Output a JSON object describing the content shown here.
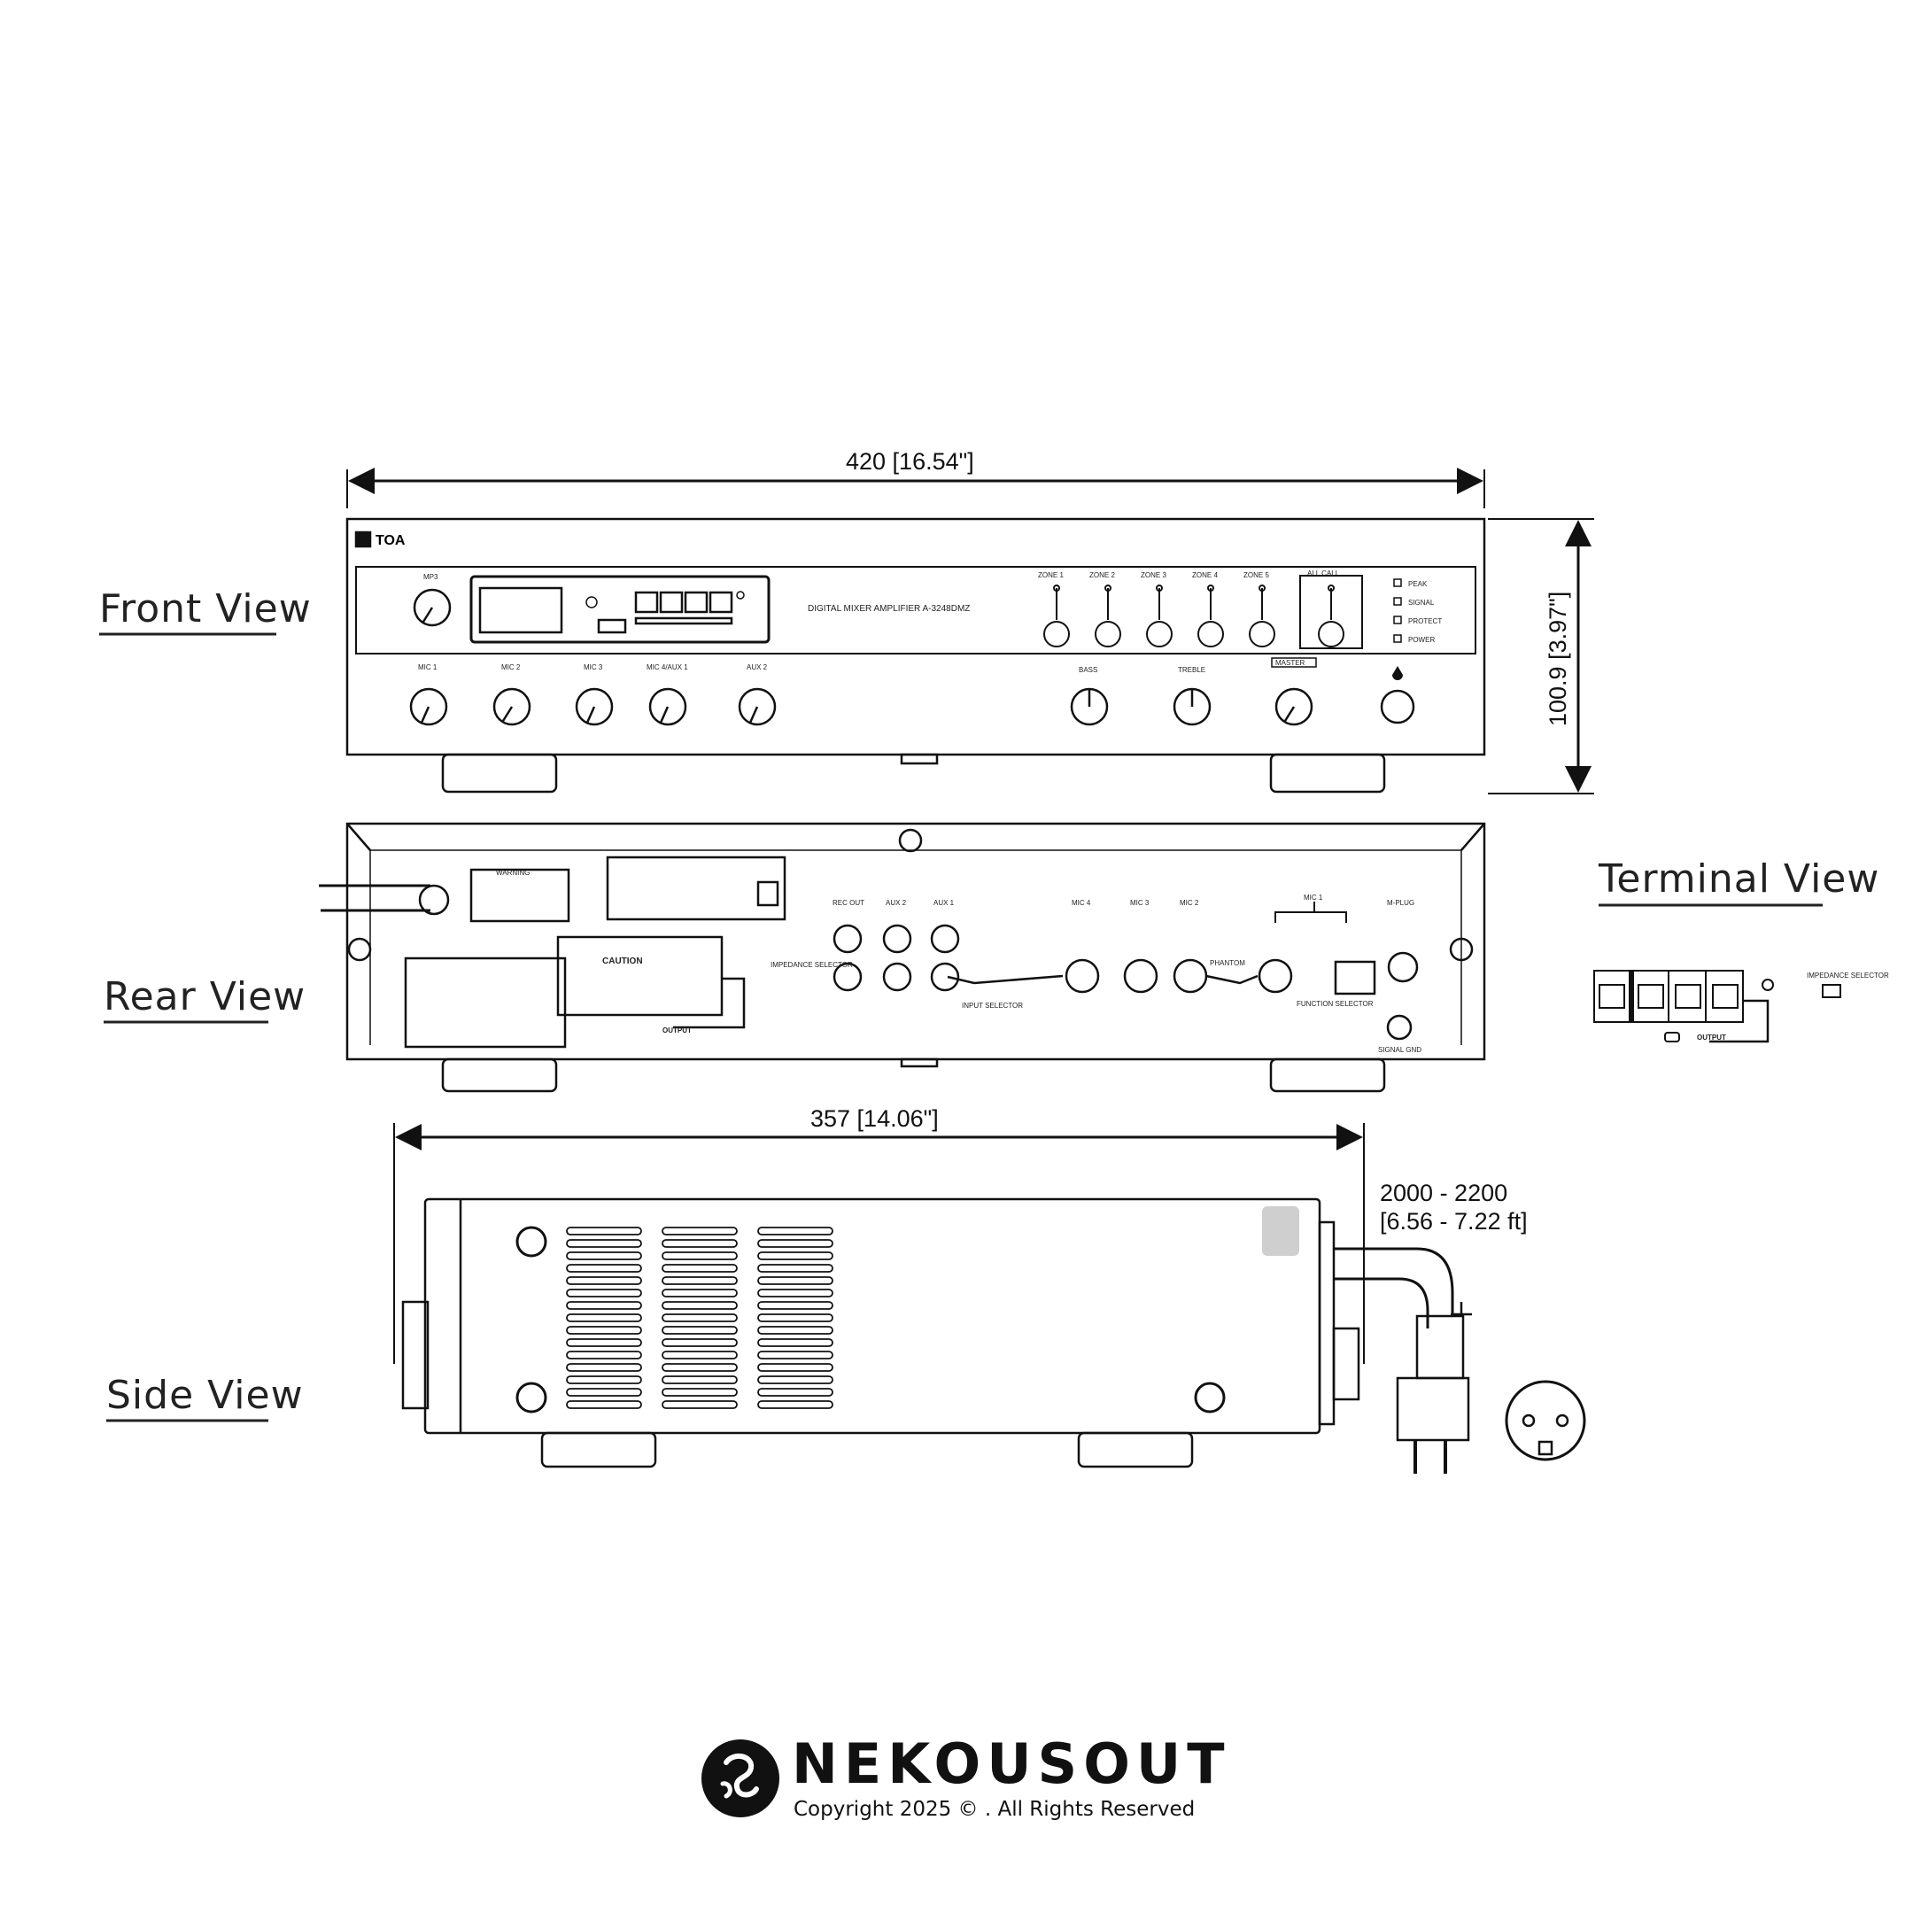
{
  "labels": {
    "front_view": "Front View",
    "rear_view": "Rear View",
    "side_view": "Side View",
    "terminal_view": "Terminal View"
  },
  "dimensions": {
    "width": "420 [16.54\"]",
    "height": "100.9 [3.97\"]",
    "depth": "357 [14.06\"]",
    "cord_mm": "2000 - 2200",
    "cord_ft": "[6.56 - 7.22 ft]"
  },
  "front_panel": {
    "brand": "TOA",
    "model_text": "DIGITAL MIXER AMPLIFIER A-3248DMZ",
    "mp3_label": "MP3",
    "knobs": [
      "MIC 1",
      "MIC 2",
      "MIC 3",
      "MIC 4/AUX 1",
      "AUX 2"
    ],
    "tone_knobs": [
      "BASS",
      "TREBLE",
      "MASTER"
    ],
    "zones": [
      "ZONE 1",
      "ZONE 2",
      "ZONE 3",
      "ZONE 4",
      "ZONE 5"
    ],
    "all_call": "ALL CALL",
    "indicators": [
      "PEAK",
      "SIGNAL",
      "PROTECT",
      "POWER"
    ]
  },
  "rear_panel": {
    "jacks": [
      "REC OUT",
      "AUX 2",
      "AUX 1"
    ],
    "mic_inputs": [
      "MIC 4",
      "MIC 3",
      "MIC 2"
    ],
    "mic1": "MIC 1",
    "input_selector": "INPUT SELECTOR",
    "function_selector": "FUNCTION SELECTOR",
    "phantom": "PHANTOM",
    "impedance_selector": "IMPEDANCE SELECTOR",
    "output": "OUTPUT",
    "caution": "CAUTION",
    "warning": "WARNING",
    "mplus": "M-PLUG",
    "signal_gnd": "SIGNAL GND"
  },
  "terminal_view": {
    "output": "OUTPUT",
    "impedance": "IMPEDANCE SELECTOR"
  },
  "brand_footer": {
    "name": "NEKOUSOUT",
    "copyright": "Copyright 2025 © . All Rights Reserved"
  },
  "colors": {
    "ink": "#111111",
    "background": "#ffffff"
  }
}
